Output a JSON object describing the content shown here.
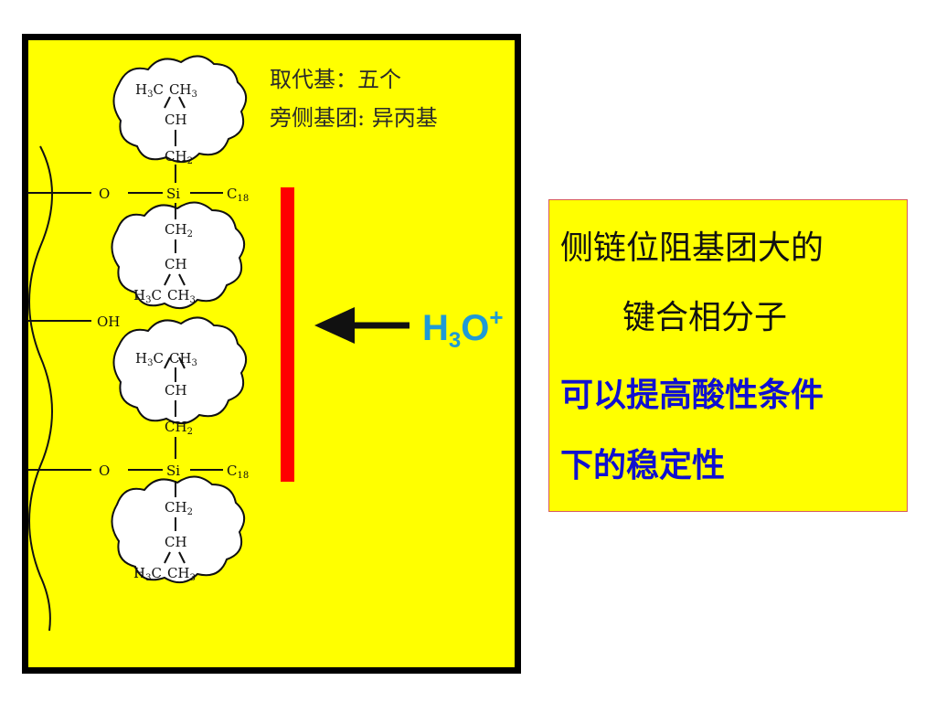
{
  "panel": {
    "caption_line1": "取代基：五个",
    "caption_line2": "旁侧基团: 异丙基"
  },
  "structure": {
    "top_group": {
      "line1_a": "H",
      "line1_b": "C",
      "line1_c": "CH",
      "line2": "CH",
      "line3": "CH"
    },
    "row1": {
      "o": "O",
      "si": "Si",
      "c": "C"
    },
    "group2": {
      "line1": "CH",
      "line2": "CH",
      "line3_a": "H",
      "line3_b": "C",
      "line3_c": "CH"
    },
    "row2": {
      "oh": "OH"
    },
    "group3": {
      "line1_a": "H",
      "line1_b": "C",
      "line1_c": "CH",
      "line2": "CH",
      "line3": "CH"
    },
    "row3": {
      "o": "O",
      "si": "Si",
      "c": "C"
    },
    "group4": {
      "line1": "CH",
      "line2": "CH",
      "line3_a": "H",
      "line3_b": "C",
      "line3_c": "CH"
    },
    "sub3": "3",
    "sub2": "2",
    "sub18": "18"
  },
  "attack": {
    "label": "H",
    "sub": "3",
    "o": "O",
    "sup": "+",
    "color": "#1e9ad6"
  },
  "barrier_color": "#ff0000",
  "callout": {
    "line1": "侧链位阻基团大的",
    "line2": "键合相分子",
    "line3": "可以提高酸性条件",
    "line4": "下的稳定性",
    "highlight_color": "#1010d0"
  }
}
